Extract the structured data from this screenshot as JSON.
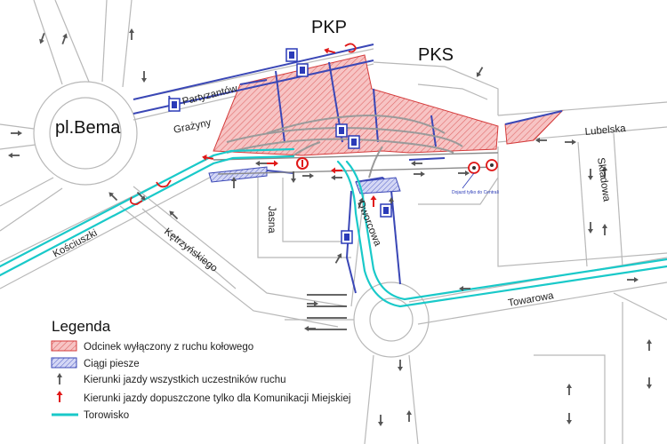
{
  "labels": {
    "pkp": "PKP",
    "pks": "PKS",
    "plac_bema": "pl.Bema",
    "partyzantow": "Partyzantów",
    "grazyny": "Grażyny",
    "lubelska": "Lubelska",
    "skladowa": "Składowa",
    "jasna": "Jasna",
    "dworcowa": "Dworcowa",
    "kosciuszki": "Kościuszki",
    "ketrzynskiego": "Kętrzyńskiego",
    "towarowa": "Towarowa",
    "dojazd_note": "Dojazd tylko do Centrali"
  },
  "legend": {
    "title": "Legenda",
    "items": [
      {
        "type": "closed-section",
        "label": "Odcinek wyłączony z ruchu kołowego",
        "color": "#e0343c"
      },
      {
        "type": "pedestrian",
        "label": "Ciągi piesze",
        "color": "#2b3bb8"
      },
      {
        "type": "all-traffic-arrow",
        "label": "Kierunki jazdy wszystkich uczestników ruchu",
        "color": "#555555"
      },
      {
        "type": "public-transport-arrow",
        "label": "Kierunki jazdy dopuszczone tylko dla Komunikacji Miejskiej",
        "color": "#e01818"
      },
      {
        "type": "tram",
        "label": "Torowisko",
        "color": "#19c9c9"
      }
    ]
  },
  "colors": {
    "road_edge": "#b9b9b9",
    "tram": "#19c9c9",
    "closed_fill": "#f4b7b7",
    "closed_edge": "#d43b3b",
    "ped_fill": "#c9cdf2",
    "ped_edge": "#3a47b6",
    "arrow_gray": "#555555",
    "arrow_red": "#e01818"
  }
}
